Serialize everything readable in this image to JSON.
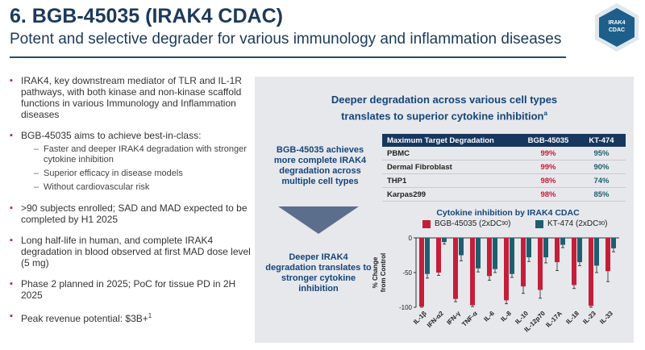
{
  "header": {
    "title": "6. BGB-45035 (IRAK4 CDAC)",
    "subtitle": "Potent and selective degrader for various immunology and inflammation diseases",
    "badge_line1": "IRAK4",
    "badge_line2": "CDAC"
  },
  "bullets": {
    "b1": "IRAK4, key downstream mediator of TLR and IL-1R pathways, with both kinase and non-kinase scaffold functions in various Immunology and Inflammation diseases",
    "b2": "BGB-45035 aims to achieve best-in-class:",
    "b2_sub1": "Faster and deeper IRAK4 degradation with stronger cytokine inhibition",
    "b2_sub2": "Superior efficacy in disease models",
    "b2_sub3": "Without cardiovascular risk",
    "b3": ">90 subjects enrolled; SAD and MAD expected to be completed by H1 2025",
    "b4": "Long half-life in human, and complete IRAK4 degradation in blood observed at first MAD dose level (5 mg)",
    "b5": "Phase 2 planned in 2025; PoC for tissue PD in 2H 2025",
    "b6": "Peak revenue potential: $3B+",
    "b6_sup": "1"
  },
  "panel": {
    "heading_line1": "Deeper degradation across various cell types",
    "heading_line2": "translates to superior cytokine inhibition",
    "heading_sup": "a",
    "callout1": "BGB-45035 achieves more complete IRAK4 degradation across multiple cell types",
    "callout2": "Deeper IRAK4 degradation translates to stronger cytokine inhibition"
  },
  "table": {
    "headers": [
      "Maximum Target Degradation",
      "BGB-45035",
      "KT-474"
    ],
    "rows": [
      {
        "cell": "PBMC",
        "bgb": "99%",
        "kt": "95%"
      },
      {
        "cell": "Dermal Fibroblast",
        "bgb": "99%",
        "kt": "90%"
      },
      {
        "cell": "THP1",
        "bgb": "98%",
        "kt": "74%"
      },
      {
        "cell": "Karpas299",
        "bgb": "98%",
        "kt": "85%"
      }
    ]
  },
  "chart_data": {
    "type": "bar",
    "title": "Cytokine inhibition by IRAK4 CDAC",
    "ylabel": "% Change from Control",
    "ylim": [
      -100,
      0
    ],
    "yticks": [
      "0",
      "-50",
      "-100"
    ],
    "categories": [
      "IL-1β",
      "IFN-α2",
      "IFN-γ",
      "TNF-α",
      "IL-6",
      "IL-8",
      "IL-10",
      "IL-12p70",
      "IL-17A",
      "IL-18",
      "IL-23",
      "IL-33"
    ],
    "series": [
      {
        "name": "BGB-45035 (2xDC90)",
        "legend_main": "BGB-45035 (2xDC",
        "legend_sub": "90",
        "color": "#c41e3a",
        "values": [
          -99,
          -50,
          -88,
          -97,
          -55,
          -90,
          -70,
          -75,
          -35,
          -68,
          -98,
          -48
        ],
        "errors": [
          2,
          4,
          4,
          2,
          6,
          5,
          10,
          12,
          12,
          5,
          2,
          15
        ]
      },
      {
        "name": "KT-474 (2xDC90)",
        "legend_main": "KT-474 (2xDC",
        "legend_sub": "90",
        "color": "#1d5f6f",
        "values": [
          -52,
          -6,
          -25,
          -44,
          -45,
          -52,
          -28,
          -28,
          -10,
          -35,
          -40,
          -15
        ],
        "errors": [
          6,
          3,
          8,
          5,
          5,
          5,
          6,
          8,
          4,
          5,
          10,
          5
        ]
      }
    ]
  }
}
